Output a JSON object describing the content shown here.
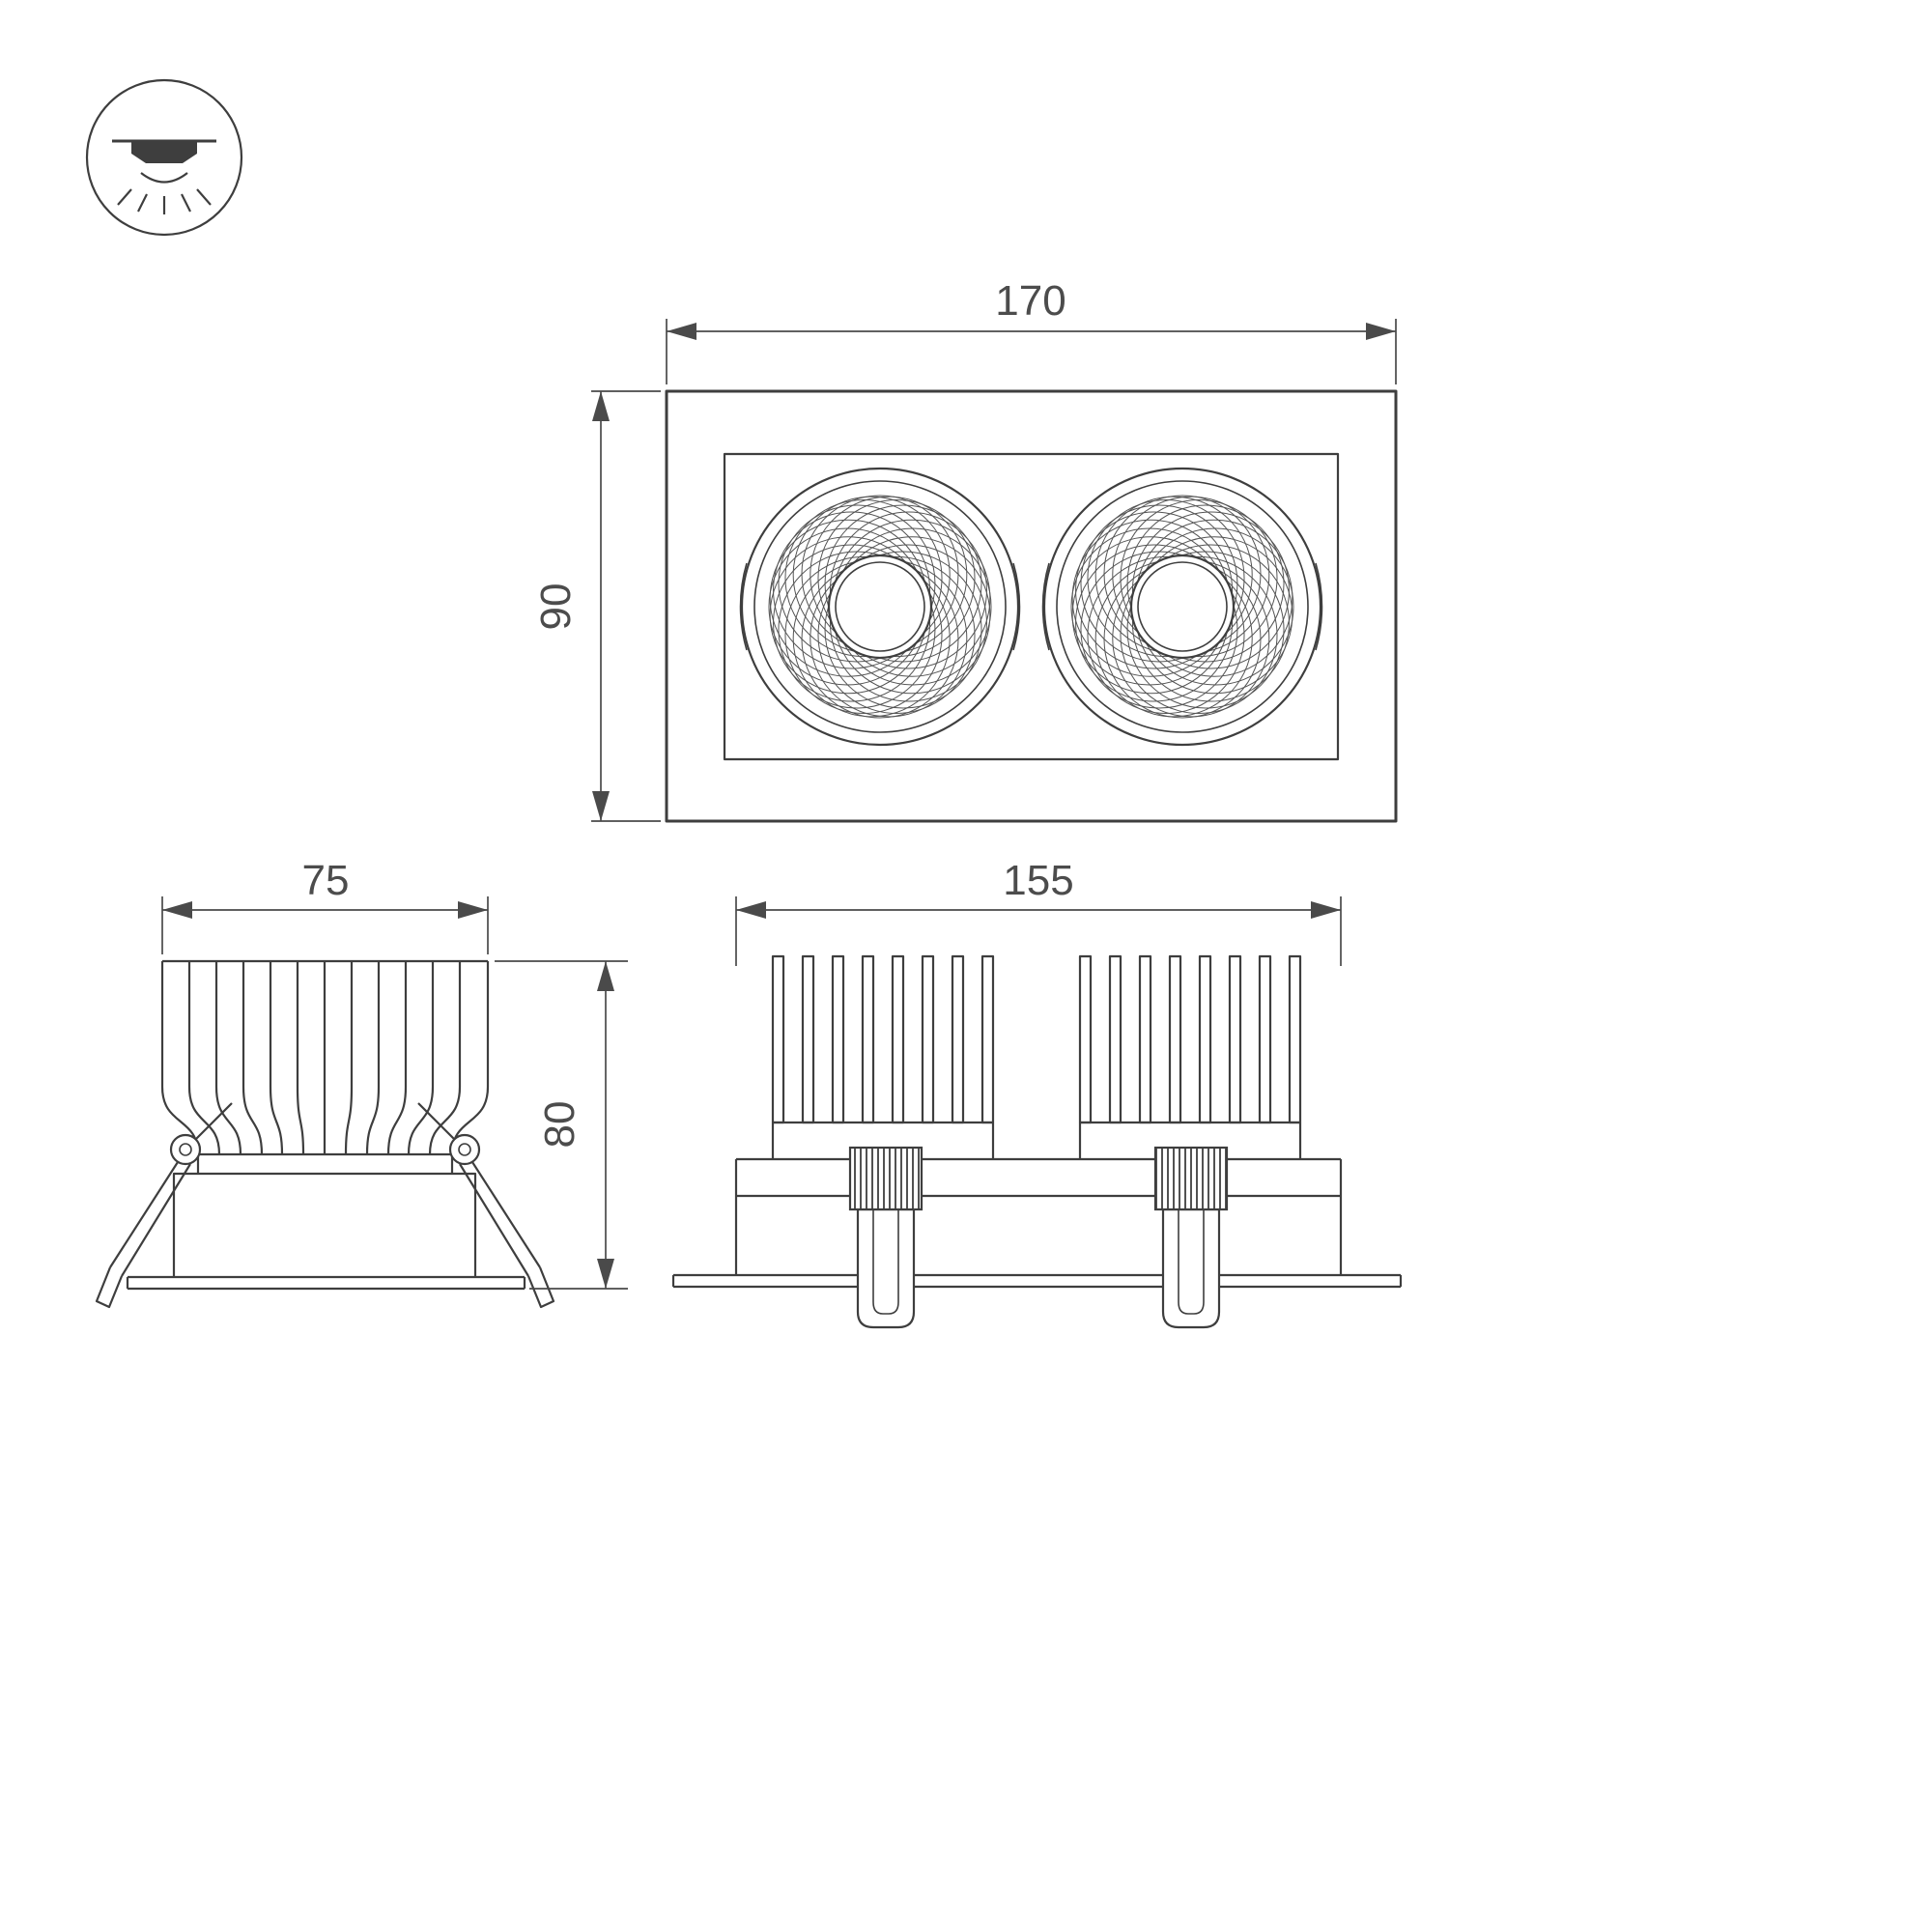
{
  "meta": {
    "background": "#ffffff",
    "line_color": "#3e3e3e",
    "text_color": "#4c4c4c",
    "drawing_type": "technical-dimension-drawing",
    "product": "recessed-double-gimbal-downlight"
  },
  "icon": {
    "name": "recessed-downlight-icon"
  },
  "views": {
    "front": {
      "width_label": "170",
      "height_label": "90"
    },
    "side": {
      "width_label": "75",
      "height_label": "80"
    },
    "long_side": {
      "width_label": "155"
    }
  }
}
